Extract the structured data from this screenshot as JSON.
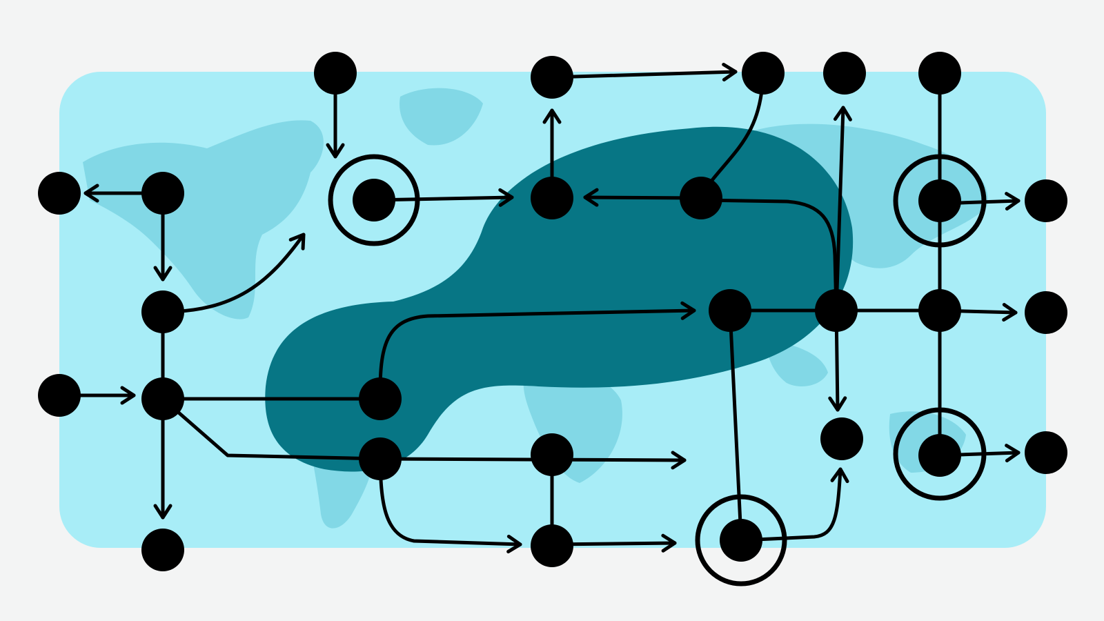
{
  "colors": {
    "background": "#f3f4f4",
    "panel": "#a8edf7",
    "land": "#82d8e6",
    "blob": "#077685",
    "ink": "#000000"
  },
  "diagram": {
    "type": "flow-network",
    "elements": [
      "map-panel",
      "world-map-silhouette",
      "teal-blob-region",
      "nodes",
      "ringed-nodes",
      "directed-edges"
    ],
    "text_labels": []
  }
}
